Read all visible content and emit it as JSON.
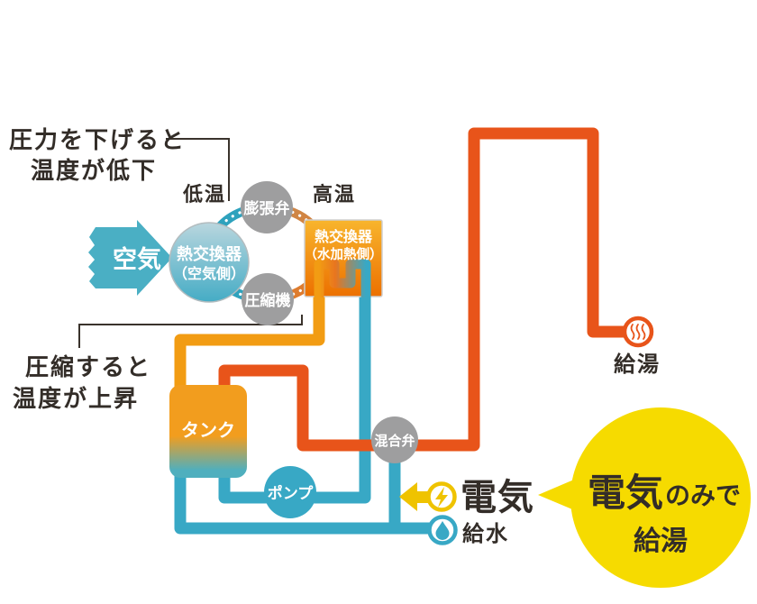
{
  "colors": {
    "hot_pipe": "#E8541A",
    "warm_pipe": "#F29C13",
    "cold_pipe": "#38A8C5",
    "electric_gold": "#EFC300",
    "bubble_yellow": "#F6DB00",
    "node_gray": "#9E9E9F",
    "text_dark": "#332D28"
  },
  "captions": {
    "pressure": {
      "line1": "圧力を下げると",
      "line2": "温度が低下"
    },
    "compress": {
      "line1": "圧縮すると",
      "line2": "温度が上昇"
    }
  },
  "labels": {
    "low_temp": "低温",
    "high_temp": "高温",
    "air": "空気"
  },
  "nodes": {
    "air_hx_line1": "熱交換器",
    "air_hx_line2": "（空気側）",
    "expansion_valve": "膨張弁",
    "compressor": "圧縮機",
    "water_hx_line1": "熱交換器",
    "water_hx_line2": "（水加熱側）",
    "tank": "タンク",
    "pump": "ポンプ",
    "mixing_valve": "混合弁"
  },
  "endpoints": {
    "hot_water_out": "給湯",
    "water_supply": "給水",
    "electricity": "電気"
  },
  "bubble": {
    "line1_emphasis": "電気",
    "line1_rest": "のみで",
    "line2": "給湯"
  }
}
